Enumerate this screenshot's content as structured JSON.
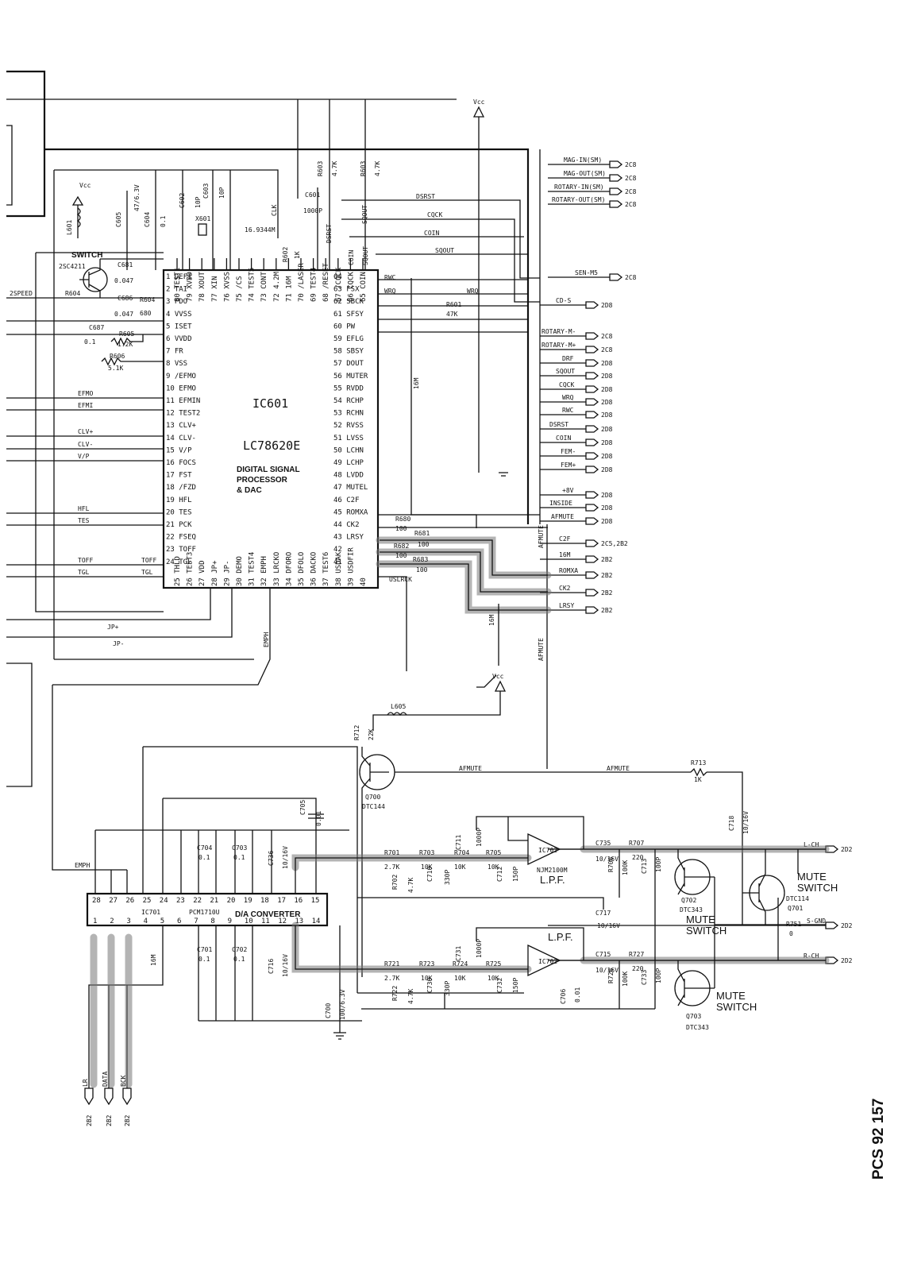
{
  "ic601": {
    "ref": "IC601",
    "part": "LC78620E",
    "desc1": "DIGITAL SIGNAL",
    "desc2": "PROCESSOR",
    "desc3": "& DAC",
    "left_pins": [
      "1 DEFI",
      "2 TAI",
      "3 PDO",
      "4 VVSS",
      "5 ISET",
      "6 VVDD",
      "7 FR",
      "8 VSS",
      "9 /EFMO",
      "10 EFMO",
      "11 EFMIN",
      "12 TEST2",
      "13 CLV+",
      "14 CLV-",
      "15 V/P",
      "16 FOCS",
      "17 FST",
      "18 /FZD",
      "19 HFL",
      "20 TES",
      "21 PCK",
      "22 FSEQ",
      "23 TOFF",
      "24 TGL"
    ],
    "right_pins": [
      "64",
      "63 FSX",
      "62 SBCK",
      "61 SFSY",
      "60 PW",
      "59 EFLG",
      "58 SBSY",
      "57 DOUT",
      "56 MUTER",
      "55 RVDD",
      "54 RCHP",
      "53 RCHN",
      "52 RVSS",
      "51 LVSS",
      "50 LCHN",
      "49 LCHP",
      "48 LVDD",
      "47 MUTEL",
      "46 C2F",
      "45 ROMXA",
      "44 CK2",
      "43 LRSY",
      "42",
      "41"
    ],
    "top_pins": [
      "80 TEST1",
      "79 XVDD",
      "78 XOUT",
      "77 XIN",
      "76 XVSS",
      "75 /CS",
      "74 TEST5",
      "73 CONT",
      "72 4.2M",
      "71 16M",
      "70 /LASER",
      "69 TEST4",
      "68 /RESET",
      "67 /CQCK",
      "66 CQCK",
      "65 COIN"
    ],
    "bottom_pins": [
      "25 THLD",
      "26 TEST3",
      "27 VDD",
      "28 JP+",
      "29 JP-",
      "30 DEMO",
      "31 TEST4",
      "32 EMPH",
      "33 LRCKO",
      "34 DFORO",
      "35 DFOLO",
      "36 DACKO",
      "37 TEST6",
      "38 USDAK",
      "39 USDFIR",
      "40"
    ]
  },
  "ic701": {
    "ref": "IC701",
    "part": "PCM1710U",
    "desc": "D/A CONVERTER",
    "top_pins": [
      "28",
      "27",
      "26",
      "25",
      "24",
      "23",
      "22",
      "21",
      "20",
      "19",
      "18",
      "17",
      "16",
      "15"
    ],
    "bottom_pins": [
      "1",
      "2",
      "3",
      "4",
      "5",
      "6",
      "7",
      "8",
      "9",
      "10",
      "11",
      "12",
      "13",
      "14"
    ]
  },
  "ic702": {
    "ref": "IC702",
    "part": "NJM2100M",
    "type": "L.P.F."
  },
  "switch_label": "SWITCH",
  "transistors": {
    "q601": "2SC4211",
    "q700_ref": "Q700",
    "q700_part": "DTC144",
    "q702_ref": "Q702",
    "q702_part": "DTC343",
    "q703_ref": "Q703",
    "q703_part": "DTC343",
    "q701_ref": "Q701",
    "q701_part": "DTC114",
    "mute": "MUTE",
    "switch": "SWITCH"
  },
  "power": {
    "vcc": "Vcc"
  },
  "crystal": {
    "ref": "X601",
    "freq": "16.9344M"
  },
  "components": {
    "c601": "C601",
    "c601v": "1000P",
    "c605": "C605",
    "c605v": "47/6.3V",
    "c604": "C604",
    "c604v": "0.1",
    "c602": "C602",
    "c602v": "10P",
    "c603": "C603",
    "c603v": "10P",
    "r602": "R602",
    "r602v": "1K",
    "r603": "R603",
    "r603v": "4.7K",
    "r605": "R605",
    "r605v": "1.2K",
    "r606": "R606",
    "r606v": "5.1K",
    "r604": "R604",
    "r604v": "680",
    "r601": "R601",
    "r601v": "47K",
    "l601": "L601",
    "c681": "C681",
    "c681v": "0.047",
    "c686": "C686",
    "c686v": "0.047",
    "c687": "C687",
    "c687v": "0.1",
    "r680": "R680",
    "r680v": "100",
    "r681": "R681",
    "r681v": "100",
    "r682": "R682",
    "r682v": "100",
    "r683": "R683",
    "r683v": "100",
    "l605": "L605",
    "r712": "R712",
    "r712v": "22K",
    "r713": "R713",
    "r713v": "1K",
    "c705": "C705",
    "c705v": "0.01",
    "c704": "C704",
    "c704v": "0.1",
    "c703": "C703",
    "c703v": "0.1",
    "c701": "C701",
    "c701v": "0.1",
    "c702": "C702",
    "c702v": "0.1",
    "c736": "C736",
    "c736v": "10/16V",
    "c716": "C716",
    "c716v": "10/16V",
    "c700": "C700",
    "c700v": "100/6.3V",
    "r701": "R701",
    "r701v": "2.7K",
    "r703": "R703",
    "r703v": "10K",
    "r704": "R704",
    "r704v": "10K",
    "r705": "R705",
    "r705v": "10K",
    "r702": "R702",
    "r702v": "4.7K",
    "c710": "C710",
    "c710v": "330P",
    "c711": "C711",
    "c711v": "1000P",
    "c712": "C712",
    "c712v": "150P",
    "r721": "R721",
    "r721v": "2.7K",
    "r723": "R723",
    "r723v": "10K",
    "r724": "R724",
    "r724v": "10K",
    "r725": "R725",
    "r725v": "10K",
    "r722": "R722",
    "r722v": "4.7K",
    "c730": "C730",
    "c730v": "330P",
    "c731": "C731",
    "c731v": "1000P",
    "c732": "C732",
    "c732v": "150P",
    "c735": "C735",
    "c735v": "10/16V",
    "c715": "C715",
    "c715v": "10/16V",
    "c717": "C717",
    "c717v": "10/16V",
    "c718": "C718",
    "c718v": "10/16V",
    "c713": "C713",
    "c713v": "100P",
    "c733": "C733",
    "c733v": "100P",
    "c706": "C706",
    "c706v": "0.01",
    "r707": "R707",
    "r707v": "220",
    "r727": "R727",
    "r727v": "220",
    "r706": "R706",
    "r706v": "100K",
    "r726": "R726",
    "r726v": "100K",
    "r751": "R751",
    "r751v": "0"
  },
  "nets_left": [
    "2SPEED",
    "EFMO",
    "EFMI",
    "CLV+",
    "CLV-",
    "V/P",
    "HFL",
    "TES",
    "TOFF",
    "TGL",
    "TOFF",
    "TGL",
    "JP+",
    "JP-",
    "EMPH",
    "EMPH",
    "CLK",
    "16M",
    "DSRST",
    "DSRST",
    "CQCK",
    "COIN",
    "SQOUT",
    "SQOUT",
    "COIN",
    "RWC",
    "WRQ",
    "WRQ",
    "USLRCK",
    "AFMUTE",
    "AFMUTE",
    "AFMUTE",
    "AFMUTE",
    "16M",
    "16M"
  ],
  "connectors": [
    {
      "label": "MAG-IN(SM)",
      "dest": "2C8"
    },
    {
      "label": "MAG-OUT(SM)",
      "dest": "2C8"
    },
    {
      "label": "ROTARY-IN(SM)",
      "dest": "2C8"
    },
    {
      "label": "ROTARY-OUT(SM)",
      "dest": "2C8"
    },
    {
      "label": "SEN-M5",
      "dest": "2C8"
    },
    {
      "label": "CD-S",
      "dest": "2D8"
    },
    {
      "label": "ROTARY-M-",
      "dest": "2C8"
    },
    {
      "label": "ROTARY-M+",
      "dest": "2C8"
    },
    {
      "label": "DRF",
      "dest": "2D8"
    },
    {
      "label": "SQOUT",
      "dest": "2D8"
    },
    {
      "label": "CQCK",
      "dest": "2D8"
    },
    {
      "label": "WRQ",
      "dest": "2D8"
    },
    {
      "label": "RWC",
      "dest": "2D8"
    },
    {
      "label": "DSRST",
      "dest": "2D8"
    },
    {
      "label": "COIN",
      "dest": "2D8"
    },
    {
      "label": "FEM-",
      "dest": "2D8"
    },
    {
      "label": "FEM+",
      "dest": "2D8"
    },
    {
      "label": "+8V",
      "dest": "2D8"
    },
    {
      "label": "INSIDE",
      "dest": "2D8"
    },
    {
      "label": "AFMUTE",
      "dest": "2D8"
    },
    {
      "label": "C2F",
      "dest": "2C5,2B2"
    },
    {
      "label": "16M",
      "dest": "2B2"
    },
    {
      "label": "ROMXA",
      "dest": "2B2"
    },
    {
      "label": "CK2",
      "dest": "2B2"
    },
    {
      "label": "LRSY",
      "dest": "2B2"
    },
    {
      "label": "L-CH",
      "dest": "2D2"
    },
    {
      "label": "S-GND",
      "dest": "2D2"
    },
    {
      "label": "R-CH",
      "dest": "2D2"
    }
  ],
  "bottom_arrows": [
    {
      "label": "LR",
      "dest": "2B2"
    },
    {
      "label": "DATA",
      "dest": "2B2"
    },
    {
      "label": "BCK",
      "dest": "2B2"
    }
  ],
  "doc_code": "PCS 92 157"
}
